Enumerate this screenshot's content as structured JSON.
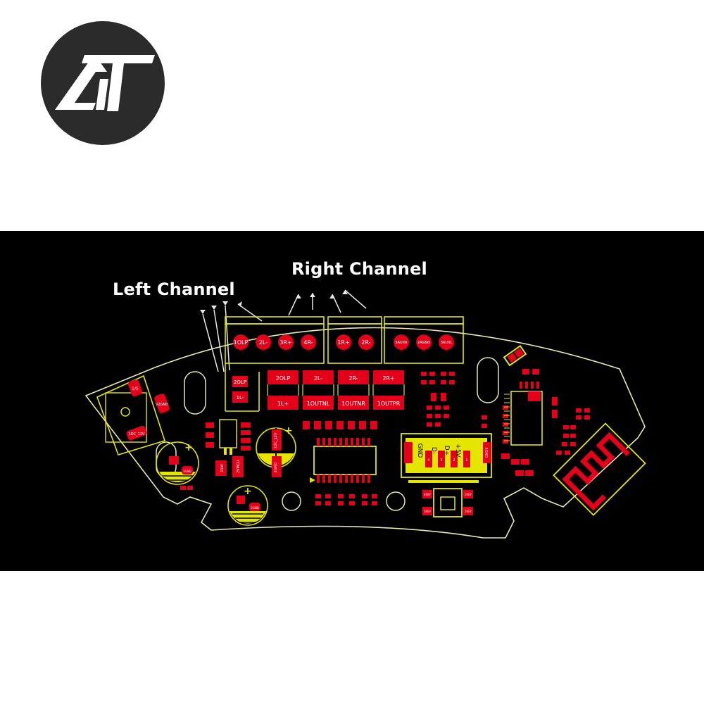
{
  "brand": {
    "logo_text": "AT"
  },
  "callouts": {
    "left_channel": "Left Channel",
    "right_channel": "Right Channel"
  },
  "terminals": [
    "1OLP",
    "2L-",
    "3R+",
    "4R-",
    "1R+",
    "2R-",
    "SAUXR",
    "2AGND",
    "3AUXL"
  ],
  "pads": {
    "big_left": [
      "2OLP",
      "1L-"
    ],
    "big_row_top": [
      "2OLP",
      "2L-",
      "2R-",
      "2R+"
    ],
    "big_row_bottom": [
      "1L+",
      "1OUTNL",
      "1OUTNR",
      "1OUTPR"
    ]
  },
  "dc_jack": {
    "top": "1/5",
    "side": "V2GND",
    "bottom": "1DC_12V"
  },
  "components": {
    "cap_left": "3GND",
    "sw_1": "1SW",
    "sw_2": "2VMCU",
    "cap_mid_top": "1DC_12V",
    "cap_mid_side": "2GND",
    "cap_low": "2GND"
  },
  "usb": {
    "labels": [
      "GND",
      "D-",
      "D+",
      "+5V"
    ],
    "pins": [
      "4",
      "3",
      "2",
      "1"
    ],
    "side": "5GND"
  },
  "keys": [
    "4KEY",
    "3KEY",
    "2KEY",
    "1KEY"
  ],
  "colors": {
    "panel": "#000000",
    "outline": "#e8e8b0",
    "silkscreen": "#e5e600",
    "pad": "#e5001a",
    "logo_circle": "#2b2b2b"
  }
}
